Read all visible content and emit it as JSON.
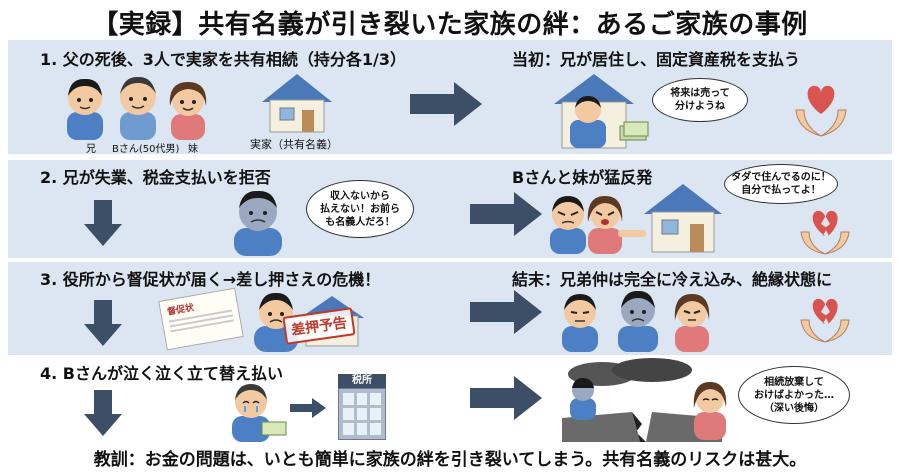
{
  "title": "【実録】共有名義が引き裂いた家族の絆：あるご家族の事例",
  "footer": "教訓：お金の問題は、いとも簡単に家族の絆を引き裂いてしまう。共有名義のリスクは甚大。",
  "step1": {
    "heading": "1. 父の死後、3人で実家を共有相続（持分各1/3）",
    "labels": {
      "brother": "兄",
      "b": "Bさん(50代男)",
      "sister": "妹"
    },
    "house_label": "実家（共有名義）",
    "result_heading": "当初：兄が居住し、固定資産税を支払う",
    "bubble": [
      "将来は売って",
      "分けようね"
    ]
  },
  "step2": {
    "heading": "2. 兄が失業、税金支払いを拒否",
    "bubble": [
      "収入ないから",
      "払えない！お前ら",
      "も名義人だろ！"
    ],
    "result_heading": "Bさんと妹が猛反発",
    "result_bubble": [
      "タダで住んでるのに！",
      "自分で払ってよ！"
    ]
  },
  "step3": {
    "heading": "3. 役所から督促状が届く→差し押さえの危機！",
    "letter": "督促状",
    "stamp": "差押予告",
    "result_heading": "結末：兄弟仲は完全に冷え込み、絶縁状態に"
  },
  "step4": {
    "heading": "4. Bさんが泣く泣く立て替え払い",
    "office": "税所",
    "bubble": [
      "相続放棄して",
      "おけばよかった…",
      "（深い後悔）"
    ]
  },
  "colors": {
    "band": "#dbe6f2",
    "arrow": "#3d4f66",
    "heart": "#d9534f",
    "roof": "#4a78b8",
    "shirt": "#4c7fc4"
  }
}
